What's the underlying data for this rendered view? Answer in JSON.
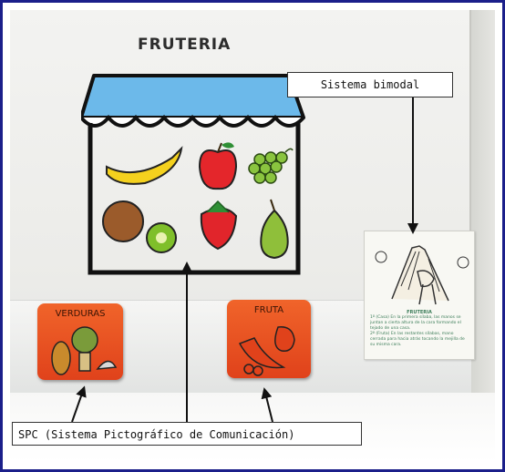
{
  "poster": {
    "title": "FRUTERIA"
  },
  "tiles": [
    {
      "label": "VERDURAS",
      "icon": "vegetables-icon"
    },
    {
      "label": "FRUTA",
      "icon": "fruit-icon"
    }
  ],
  "sign_card": {
    "title": "FRUTERIA",
    "line1": "1º (Casa) En la primera sílaba, las manos se juntan a cierta altura de la cara formando el tejado de una casa.",
    "line2": "2º (Fruta) En las restantes sílabas, mano cerrada para hacia atrás tocando la mejilla de su misma cara."
  },
  "annotations": {
    "bimodal_label": "Sistema bimodal",
    "spc_label": "SPC (Sistema Pictográfico de Comunicación)"
  },
  "colors": {
    "frame_border": "#1b1f8a",
    "awning_blue": "#6cb9ea",
    "tile_orange": "#e8501f"
  }
}
